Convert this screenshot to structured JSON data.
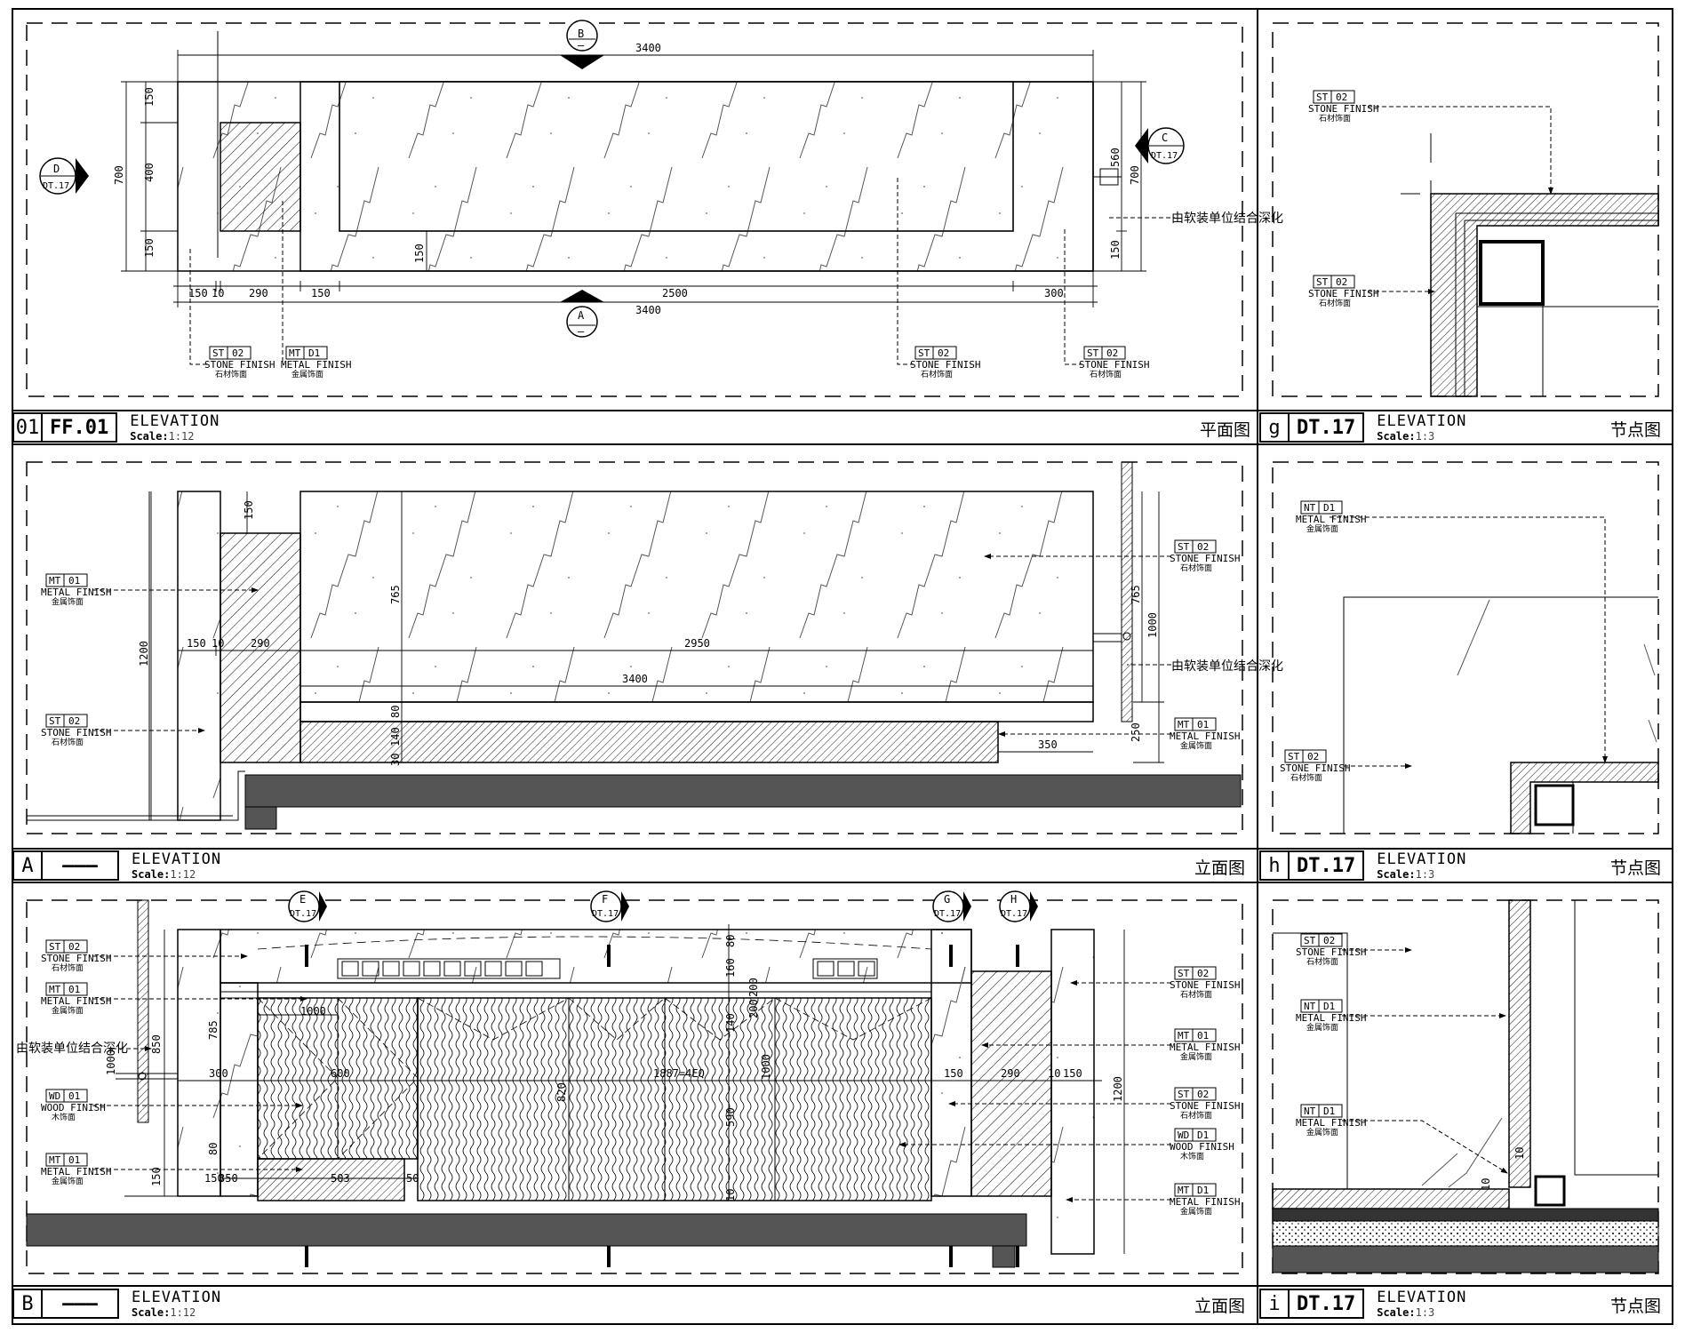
{
  "panels": {
    "p01": {
      "letter": "01",
      "code": "FF.01",
      "title": "ELEVATION",
      "scale_label": "Scale:",
      "scale_value": "1:12",
      "cn_title": "平面图"
    },
    "pA": {
      "letter": "A",
      "code": "———",
      "title": "ELEVATION",
      "scale_label": "Scale:",
      "scale_value": "1:12",
      "cn_title": "立面图"
    },
    "pB": {
      "letter": "B",
      "code": "———",
      "title": "ELEVATION",
      "scale_label": "Scale:",
      "scale_value": "1:12",
      "cn_title": "立面图"
    },
    "pg": {
      "letter": "g",
      "code": "DT.17",
      "title": "ELEVATION",
      "scale_label": "Scale:",
      "scale_value": "1:3",
      "cn_title": "节点图"
    },
    "ph": {
      "letter": "h",
      "code": "DT.17",
      "title": "ELEVATION",
      "scale_label": "Scale:",
      "scale_value": "1:3",
      "cn_title": "节点图"
    },
    "pi": {
      "letter": "i",
      "code": "DT.17",
      "title": "ELEVATION",
      "scale_label": "Scale:",
      "scale_value": "1:3",
      "cn_title": "节点图"
    }
  },
  "section_markers": {
    "b_top": {
      "letter": "B",
      "ref": "—"
    },
    "a_bottom": {
      "letter": "A",
      "ref": "—"
    },
    "d_left": {
      "letter": "D",
      "ref": "DT.17"
    },
    "c_right": {
      "letter": "C",
      "ref": "DT.17"
    },
    "e": {
      "letter": "E",
      "ref": "DT.17"
    },
    "f": {
      "letter": "F",
      "ref": "DT.17"
    },
    "g": {
      "letter": "G",
      "ref": "DT.17"
    },
    "h": {
      "letter": "H",
      "ref": "DT.17"
    }
  },
  "dims_plan": {
    "top": "3400",
    "bottom": "3400",
    "d150a": "150",
    "d10": "10",
    "d290": "290",
    "d150b": "150",
    "d2500": "2500",
    "d300": "300",
    "v150a": "150",
    "v400": "400",
    "v150b": "150",
    "v700": "700",
    "v150c": "150",
    "v560": "560",
    "v700r": "700",
    "v150r": "150"
  },
  "dims_a": {
    "d150": "150",
    "d10": "10",
    "d290": "290",
    "d2950": "2950",
    "d3400": "3400",
    "d350": "350",
    "v1200": "1200",
    "v765": "765",
    "v80": "80",
    "v140": "140",
    "v150": "150",
    "v765r": "765",
    "v1000": "1000",
    "v250": "250",
    "v30": "30"
  },
  "dims_b": {
    "d1000": "1000",
    "d300": "300",
    "d600": "600",
    "d1887": "1887=4EQ",
    "d150a": "150",
    "d290": "290",
    "d10": "10",
    "d150b": "150",
    "d503": "503",
    "d150c": "150",
    "d350": "350",
    "d50": "50",
    "v850": "850",
    "v1000l": "1000",
    "v785": "785",
    "v80": "80",
    "v150": "150",
    "v80t": "80",
    "v160": "160",
    "v200": "200",
    "v140": "140",
    "v200b": "200",
    "v820": "820",
    "v590": "590",
    "v10": "10",
    "v1000m": "1000",
    "v1200r": "1200"
  },
  "dims_i": {
    "v10a": "10",
    "v10b": "10"
  },
  "materials": {
    "st02": {
      "code": "ST",
      "num": "02",
      "name": "STONE FINISH",
      "cn": "石材饰面"
    },
    "mt01": {
      "code": "MT",
      "num": "01",
      "name": "METAL FINISH",
      "cn": "金属饰面"
    },
    "mtd1": {
      "code": "MT",
      "num": "D1",
      "name": "METAL FINISH",
      "cn": "金属饰面"
    },
    "ntd1": {
      "code": "NT",
      "num": "D1",
      "name": "METAL FINISH",
      "cn": "金属饰面"
    },
    "wd01": {
      "code": "WD",
      "num": "01",
      "name": "WOOD FINISH",
      "cn": "木饰面"
    },
    "wdd1": {
      "code": "WD",
      "num": "D1",
      "name": "WOOD FINISH",
      "cn": "木饰面"
    }
  },
  "notes": {
    "deepening": "由软装单位结合深化"
  }
}
